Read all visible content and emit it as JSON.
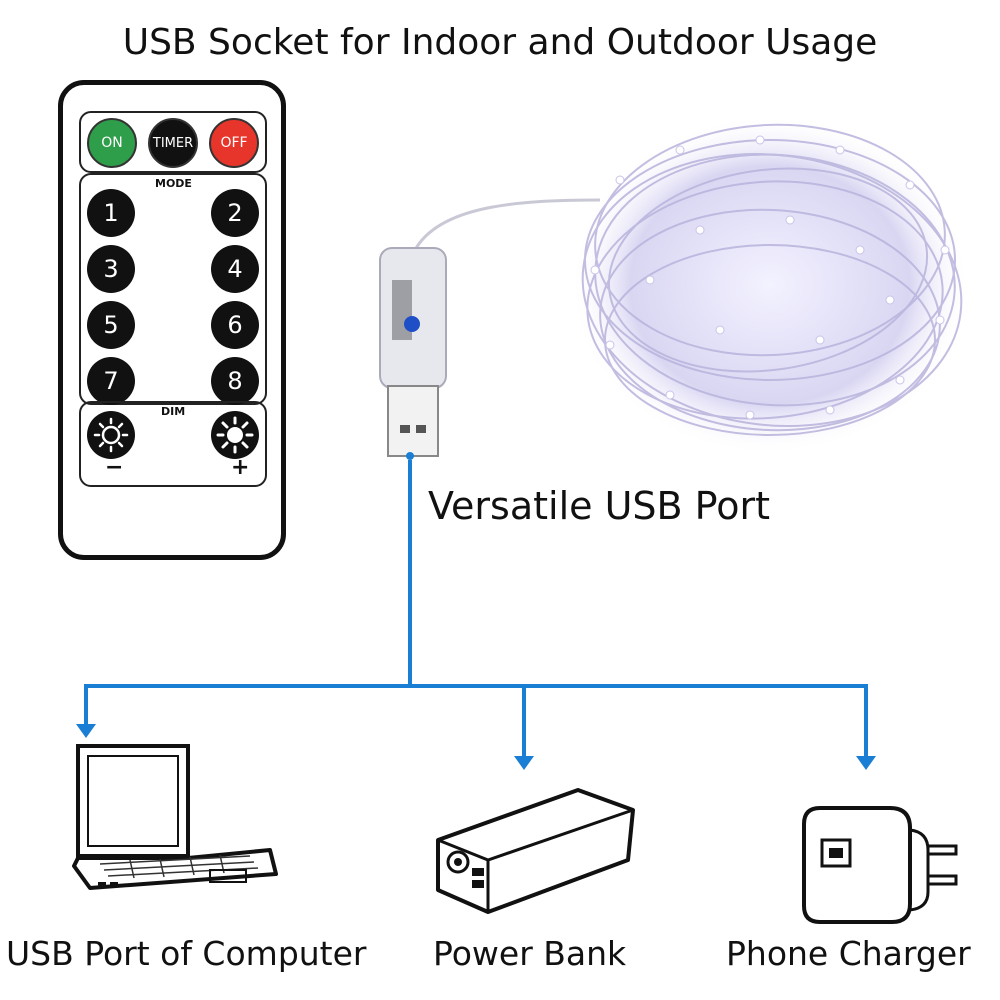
{
  "title": "USB Socket for Indoor and Outdoor Usage",
  "usb_port_label": "Versatile USB Port",
  "remote": {
    "top_buttons": [
      {
        "label": "ON",
        "color": "#2e9e4a"
      },
      {
        "label": "TIMER",
        "color": "#111111"
      },
      {
        "label": "OFF",
        "color": "#e8352b"
      }
    ],
    "mode_label": "MODE",
    "mode_buttons": [
      "1",
      "2",
      "3",
      "4",
      "5",
      "6",
      "7",
      "8"
    ],
    "dim_label": "DIM",
    "dim_minus": "−",
    "dim_plus": "+"
  },
  "destinations": [
    {
      "label": "USB Port of Computer",
      "icon": "laptop-icon"
    },
    {
      "label": "Power Bank",
      "icon": "power-bank-icon"
    },
    {
      "label": "Phone Charger",
      "icon": "phone-charger-icon"
    }
  ],
  "connector_color": "#1a7fd4"
}
